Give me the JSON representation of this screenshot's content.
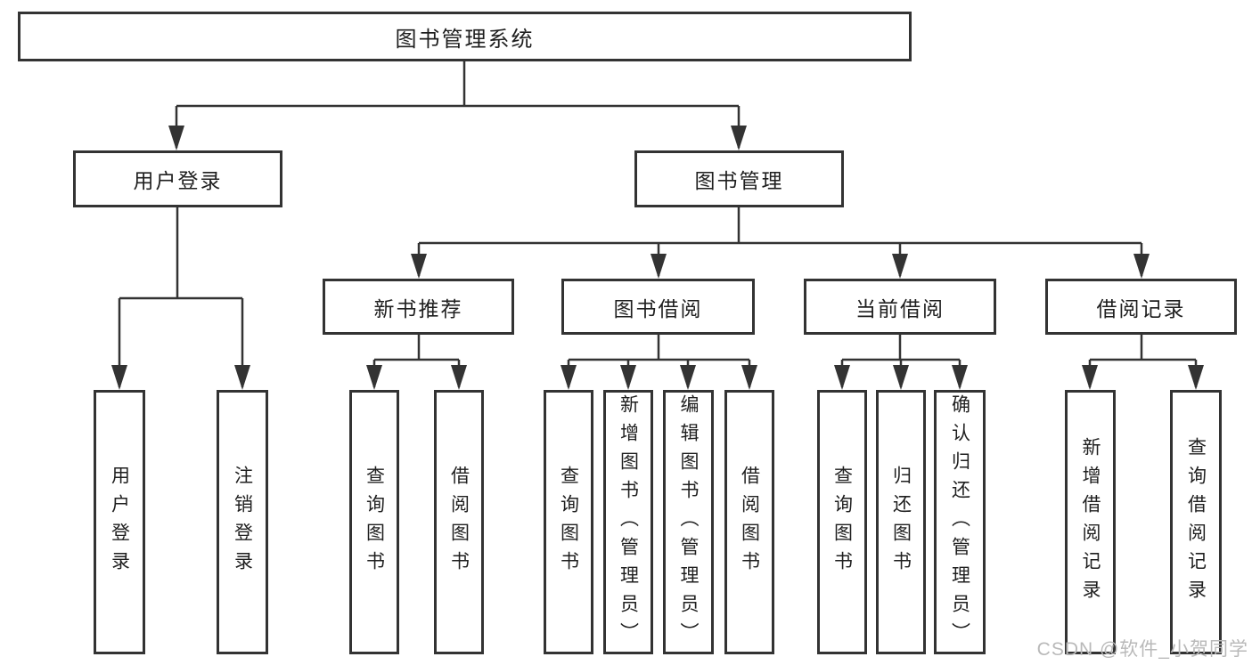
{
  "diagram": {
    "title": "图书管理系统",
    "colors": {
      "line": "#333333",
      "box_border": "#333333",
      "text": "#1f1f1f",
      "background": "#ffffff",
      "watermark": "#b9b9b9"
    },
    "tree": {
      "label": "图书管理系统",
      "children": [
        {
          "label": "用户登录",
          "children": [
            {
              "label": "用户登录"
            },
            {
              "label": "注销登录"
            }
          ]
        },
        {
          "label": "图书管理",
          "children": [
            {
              "label": "新书推荐",
              "children": [
                {
                  "label": "查询图书"
                },
                {
                  "label": "借阅图书"
                }
              ]
            },
            {
              "label": "图书借阅",
              "children": [
                {
                  "label": "查询图书"
                },
                {
                  "label": "新增图书（管理员）"
                },
                {
                  "label": "编辑图书（管理员）"
                },
                {
                  "label": "借阅图书"
                }
              ]
            },
            {
              "label": "当前借阅",
              "children": [
                {
                  "label": "查询图书"
                },
                {
                  "label": "归还图书"
                },
                {
                  "label": "确认归还（管理员）"
                }
              ]
            },
            {
              "label": "借阅记录",
              "children": [
                {
                  "label": "新增借阅记录"
                },
                {
                  "label": "查询借阅记录"
                }
              ]
            }
          ]
        }
      ]
    },
    "watermark": {
      "text": "CSDN @软件_小贺同学"
    }
  }
}
